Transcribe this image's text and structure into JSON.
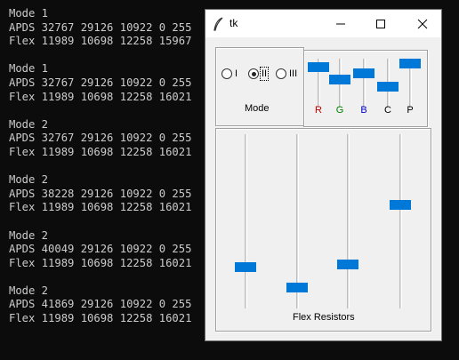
{
  "console": {
    "blocks": [
      {
        "mode": "Mode 1",
        "apds": "APDS 32767 29126 10922 0 255",
        "flex": "Flex 11989 10698 12258 15967"
      },
      {
        "mode": "Mode 1",
        "apds": "APDS 32767 29126 10922 0 255",
        "flex": "Flex 11989 10698 12258 16021"
      },
      {
        "mode": "Mode 2",
        "apds": "APDS 32767 29126 10922 0 255",
        "flex": "Flex 11989 10698 12258 16021"
      },
      {
        "mode": "Mode 2",
        "apds": "APDS 38228 29126 10922 0 255",
        "flex": "Flex 11989 10698 12258 16021"
      },
      {
        "mode": "Mode 2",
        "apds": "APDS 40049 29126 10922 0 255",
        "flex": "Flex 11989 10698 12258 16021"
      },
      {
        "mode": "Mode 2",
        "apds": "APDS 41869 29126 10922 0 255",
        "flex": "Flex 11989 10698 12258 16021"
      }
    ]
  },
  "window": {
    "title": "tk",
    "icon": "feather-icon",
    "controls": {
      "minimize": "minimize-icon",
      "maximize": "maximize-icon",
      "close": "close-icon"
    }
  },
  "mode": {
    "label": "Mode",
    "options": [
      {
        "label": "I",
        "selected": false
      },
      {
        "label": "II",
        "selected": true
      },
      {
        "label": "III",
        "selected": false
      }
    ]
  },
  "rgb_sliders": [
    {
      "label": "R",
      "color": "#c00000",
      "level": 0.92
    },
    {
      "label": "G",
      "color": "#008000",
      "level": 0.58
    },
    {
      "label": "B",
      "color": "#0000c0",
      "level": 0.76
    },
    {
      "label": "C",
      "color": "#000000",
      "level": 0.42
    },
    {
      "label": "P",
      "color": "#000000",
      "level": 1.0
    }
  ],
  "flex_sliders": {
    "label": "Flex Resistors",
    "levels": [
      0.22,
      0.1,
      0.24,
      0.6
    ]
  },
  "colors": {
    "accent": "#0078d7"
  }
}
